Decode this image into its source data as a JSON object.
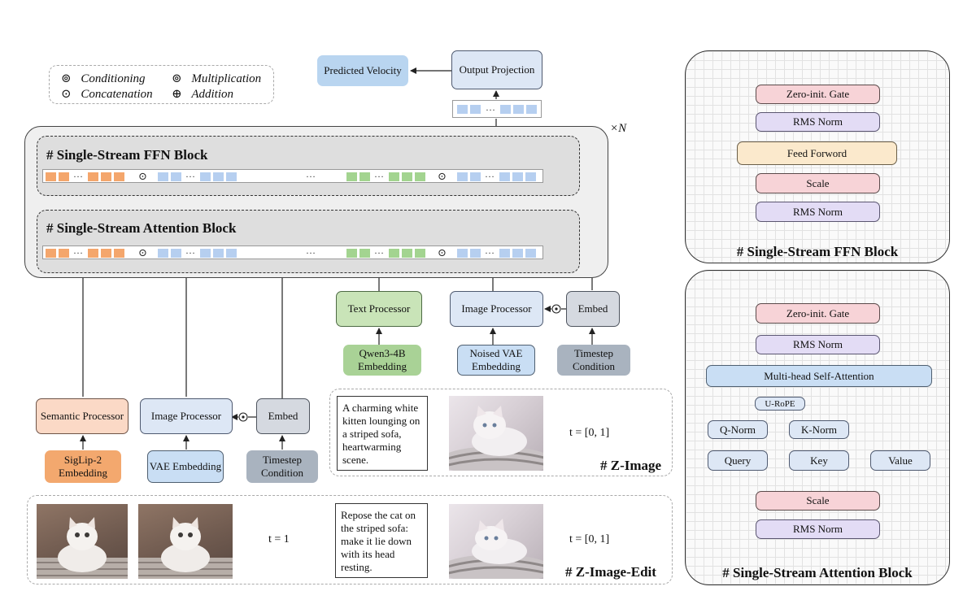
{
  "legend": [
    {
      "symbol": "⊚",
      "label": "Conditioning"
    },
    {
      "symbol": "⊚",
      "label": "Multiplication"
    },
    {
      "symbol": "⊙",
      "label": "Concatenation"
    },
    {
      "symbol": "⊕",
      "label": "Addition"
    }
  ],
  "top": {
    "predicted_velocity": "Predicted Velocity",
    "output_projection": "Output Projection"
  },
  "repeat_label": "×N",
  "main": {
    "ffn_block_title": "# Single-Stream FFN Block",
    "attn_block_title": "# Single-Stream Attention Block"
  },
  "inputs": {
    "text_processor": "Text Processor",
    "image_processor_right": "Image Processor",
    "embed_right": "Embed",
    "qwen_embedding": "Qwen3-4B Embedding",
    "noised_vae_embedding": "Noised VAE Embedding",
    "timestep_condition_right": "Timestep Condition",
    "semantic_processor": "Semantic Processor",
    "image_processor_left": "Image Processor",
    "embed_left": "Embed",
    "siglip_embedding": "SigLip-2 Embedding",
    "vae_embedding": "VAE Embedding",
    "timestep_condition_left": "Timestep Condition"
  },
  "z_image": {
    "title": "# Z-Image",
    "caption": "A charming white kitten lounging on a striped sofa, heartwarming scene.",
    "t_label": "t = [0, 1]"
  },
  "z_image_edit": {
    "title": "# Z-Image-Edit",
    "t1_label": "t = 1",
    "caption": "Repose the cat on the striped sofa: make it lie down with its head resting.",
    "t_label": "t = [0, 1]"
  },
  "ffn_panel": {
    "title": "# Single-Stream FFN Block",
    "zero_gate": "Zero-init. Gate",
    "rms_norm_top": "RMS Norm",
    "feed_forward": "Feed Forword",
    "scale": "Scale",
    "rms_norm_bottom": "RMS Norm"
  },
  "attn_panel": {
    "title": "# Single-Stream Attention Block",
    "zero_gate": "Zero-init. Gate",
    "rms_norm_top": "RMS Norm",
    "mhsa": "Multi-head Self-Attention",
    "urope": "U-RoPE",
    "q_norm": "Q-Norm",
    "k_norm": "K-Norm",
    "query": "Query",
    "key": "Key",
    "value": "Value",
    "scale": "Scale",
    "rms_norm_bottom": "RMS Norm"
  },
  "colors": {
    "orange_token": "#f4a66c",
    "blue_token": "#b6cff0",
    "green_token": "#a3d490"
  }
}
